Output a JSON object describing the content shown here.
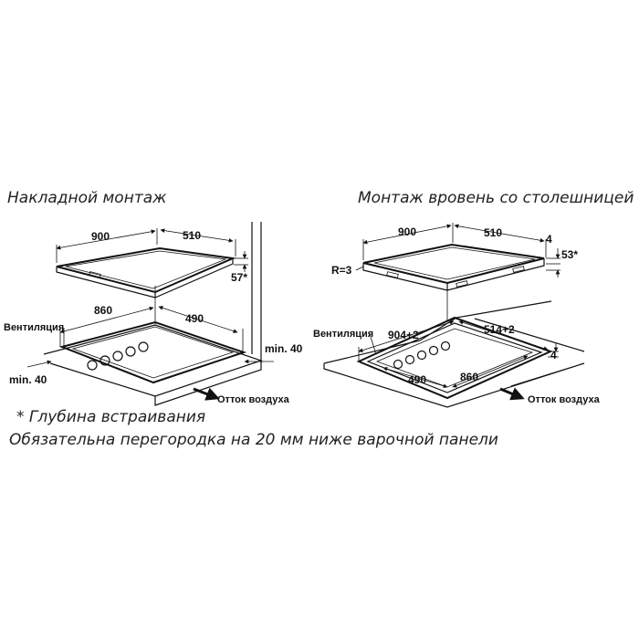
{
  "left": {
    "title": "Накладной монтаж",
    "dims": {
      "width_top": "900",
      "depth_top": "510",
      "height": "57*",
      "cut_width": "860",
      "cut_depth": "490",
      "min_right": "min. 40",
      "min_left": "min. 40"
    },
    "vent_label": "Вентиляция",
    "air_label": "Отток воздуха"
  },
  "right": {
    "title": "Монтаж вровень со столешницей",
    "dims": {
      "width_top": "900",
      "depth_top": "510",
      "step": "4",
      "height": "53*",
      "radius": "R=3",
      "rebate_width": "904+2",
      "rebate_depth": "514+2",
      "rebate_step": "4",
      "cut_depth": "490",
      "cut_width": "860"
    },
    "vent_label": "Вентиляция",
    "air_label": "Отток воздуха"
  },
  "notes": {
    "depth": "* Глубина встраивания",
    "partition": "Обязательна перегородка на 20 мм ниже варочной панели"
  }
}
